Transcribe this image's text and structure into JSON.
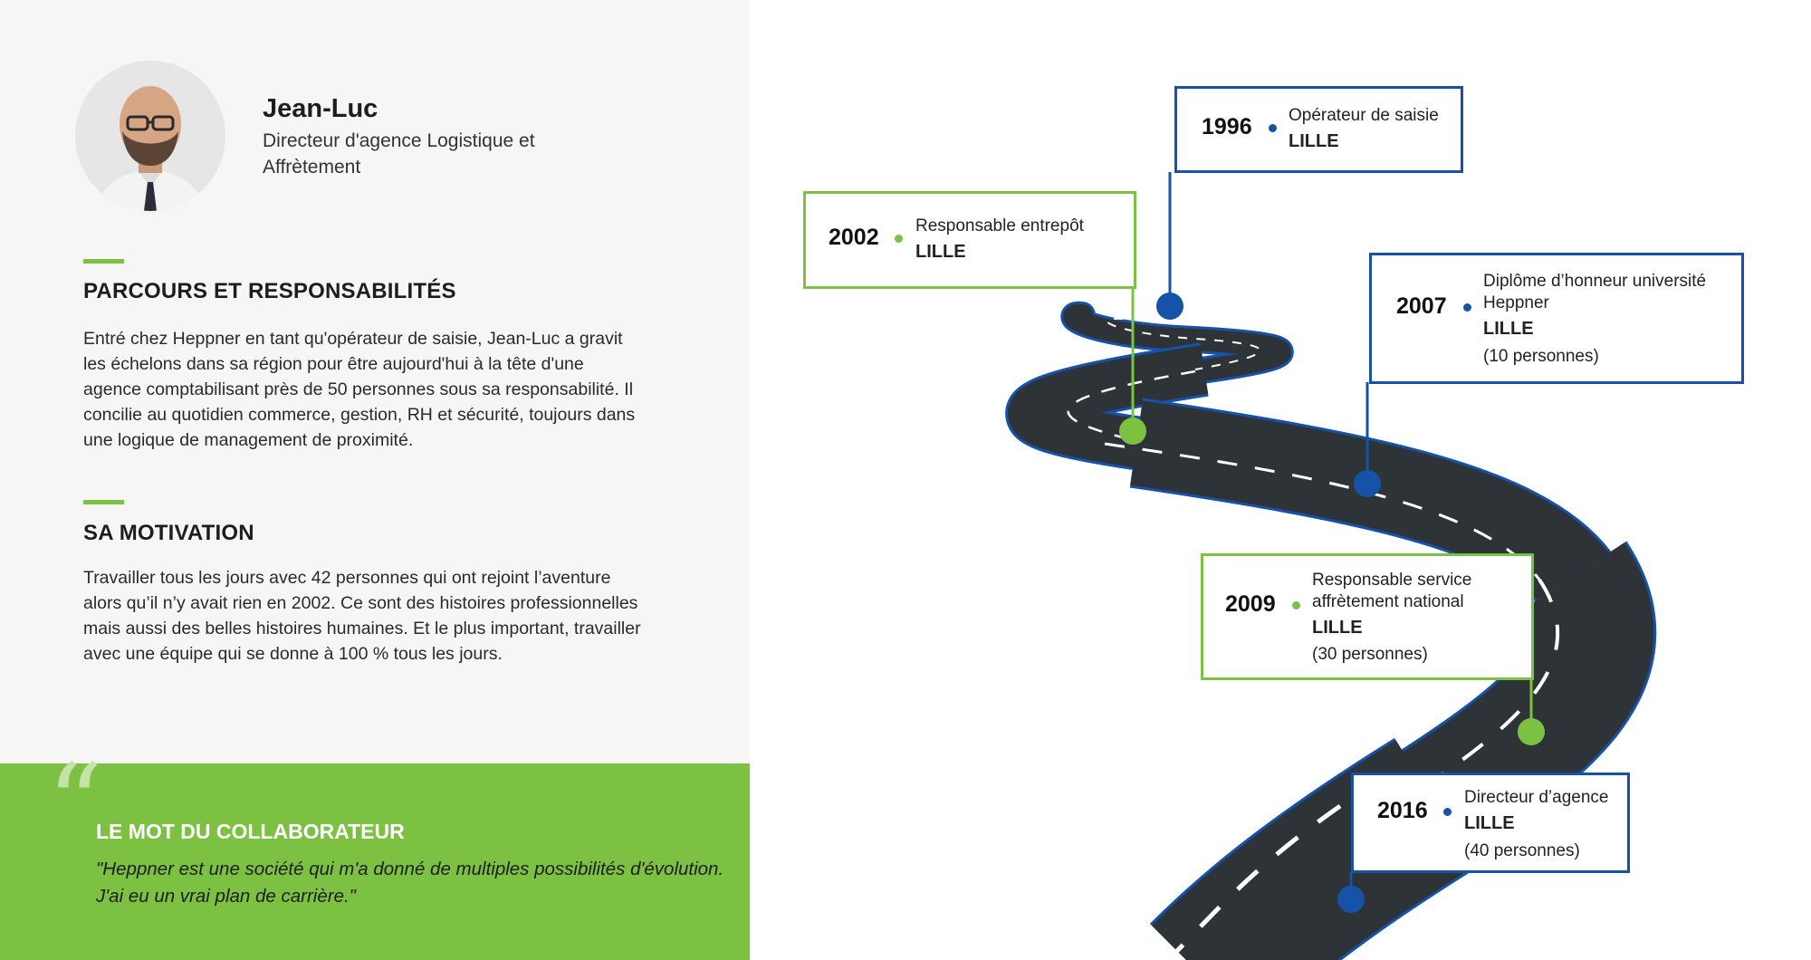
{
  "profile": {
    "name": "Jean-Luc",
    "role": "Directeur d'agence Logistique et Affrètement"
  },
  "sections": [
    {
      "title": "PARCOURS ET RESPONSABILITÉS",
      "body": "Entré chez Heppner en tant qu'opérateur de saisie, Jean-Luc a gravit les échelons dans sa région pour être aujourd'hui à la tête d'une agence comptabilisant près de 50 personnes sous sa responsabilité. Il concilie au quotidien commerce, gestion, RH et sécurité, toujours dans une logique de management de proximité."
    },
    {
      "title": "SA MOTIVATION",
      "body": "Travailler tous les jours avec 42 personnes qui ont rejoint l’aventure alors qu’il n’y avait rien en 2002. Ce sont des histoires professionnelles mais aussi des belles histoires humaines. Et le plus important, travailler avec une équipe qui se donne à 100 % tous les jours."
    }
  ],
  "quote": {
    "mark": "“",
    "title": "LE MOT DU COLLABORATEUR",
    "text": "\"Heppner est une société qui m'a donné de multiples possibilités d'évolution. J'ai eu un vrai plan de carrière.\""
  },
  "timeline": [
    {
      "year": "1996",
      "title": "Opérateur de saisie",
      "city": "LILLE",
      "count": "",
      "color": "blue"
    },
    {
      "year": "2002",
      "title": "Responsable entrepôt",
      "city": "LILLE",
      "count": "",
      "color": "green"
    },
    {
      "year": "2007",
      "title": "Diplôme d’honneur université Heppner",
      "city": "LILLE",
      "count": "(10 personnes)",
      "color": "blue"
    },
    {
      "year": "2009",
      "title": "Responsable service affrètement national",
      "city": "LILLE",
      "count": "(30 personnes)",
      "color": "green"
    },
    {
      "year": "2016",
      "title": "Directeur d’agence",
      "city": "LILLE",
      "count": "(40 personnes)",
      "color": "blue"
    }
  ],
  "colors": {
    "green": "#7dc142",
    "blue": "#1552a8",
    "road": "#2e3338",
    "panel": "#f6f6f6"
  }
}
